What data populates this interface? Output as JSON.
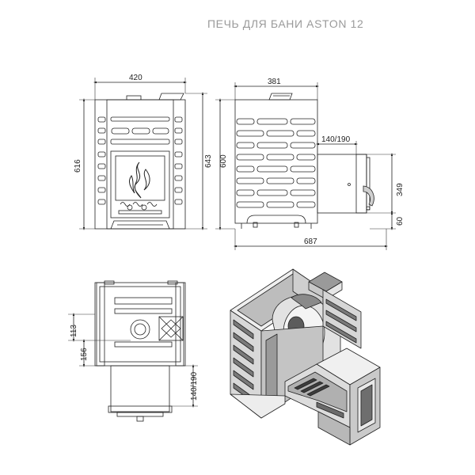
{
  "title": "ПЕЧЬ ДЛЯ БАНИ ASTON 12",
  "front_view": {
    "width_label": "420",
    "height_label": "616",
    "total_height_label": "643"
  },
  "side_view": {
    "width_label": "381",
    "height_label": "600",
    "tank_label": "140/190",
    "firebox_height_label": "349",
    "leg_height_label": "60",
    "total_depth_label": "687"
  },
  "top_view": {
    "dim_113": "113",
    "dim_156": "156",
    "tank_label": "140/190"
  },
  "colors": {
    "line": "#222222",
    "fill_gray": "#cfcfcf",
    "fill_dark": "#8a8a8a",
    "title": "#9a9a9a"
  }
}
